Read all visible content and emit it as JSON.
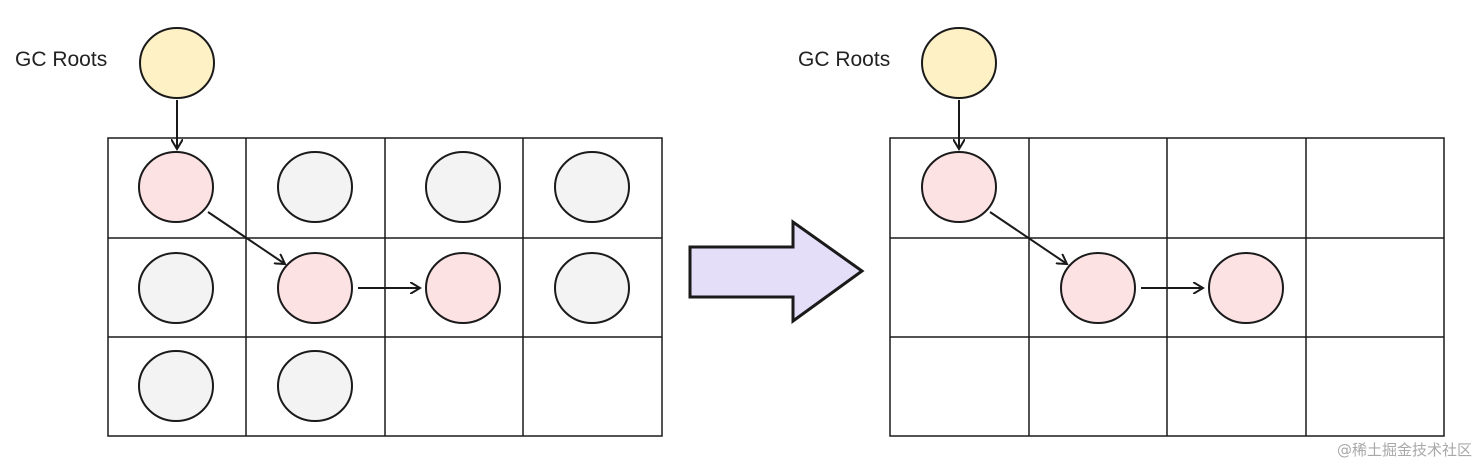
{
  "before": {
    "label": "GC Roots",
    "cells": [
      [
        "marked",
        "unmarked",
        "unmarked",
        "unmarked"
      ],
      [
        "unmarked",
        "marked",
        "marked",
        "unmarked"
      ],
      [
        "unmarked",
        "unmarked",
        "empty",
        "empty"
      ]
    ]
  },
  "after": {
    "label": "GC Roots",
    "cells": [
      [
        "marked",
        "empty",
        "empty",
        "empty"
      ],
      [
        "empty",
        "marked",
        "marked",
        "empty"
      ],
      [
        "empty",
        "empty",
        "empty",
        "empty"
      ]
    ]
  },
  "watermark": "@稀土掘金技术社区",
  "colors": {
    "root": "#fdf1c5",
    "marked": "#fde2e4",
    "unmarked": "#f3f3f3",
    "arrow": "#e4def9",
    "grid": "#1a1a1a"
  }
}
